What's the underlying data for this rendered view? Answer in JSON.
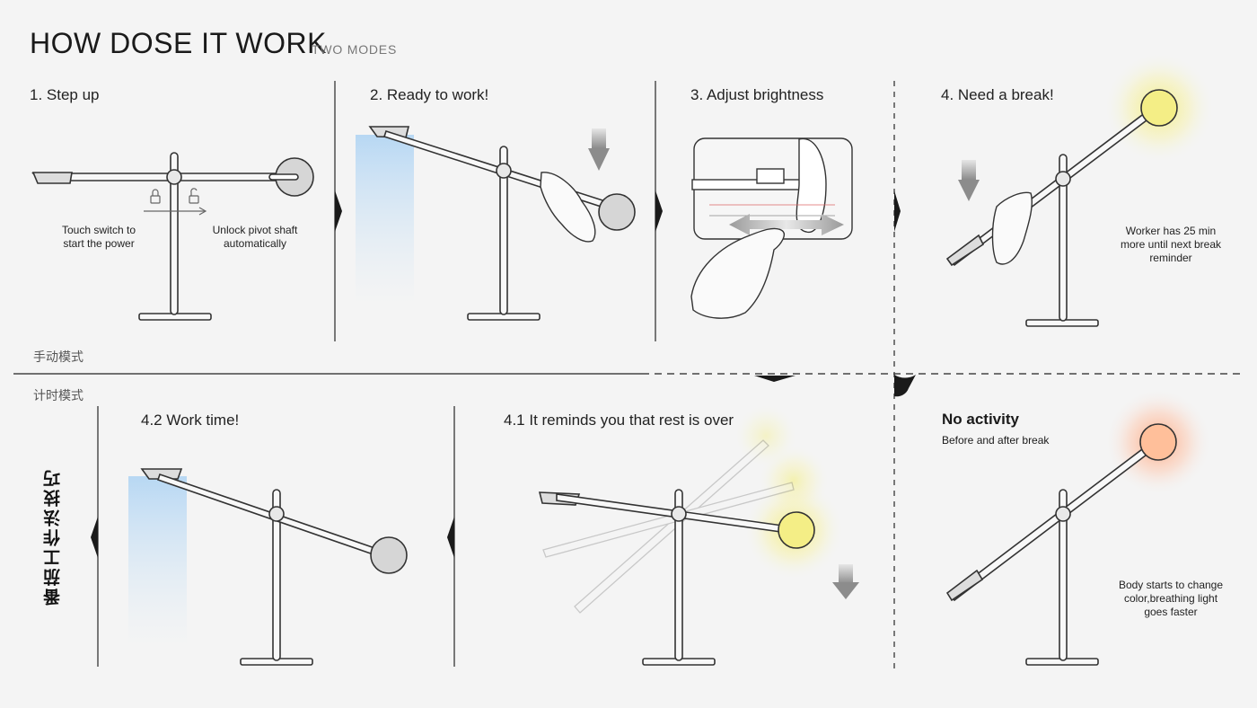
{
  "header": {
    "title": "HOW DOSE IT WORK",
    "subtitle": "TWO MODES"
  },
  "modes": {
    "manual": "手动模式",
    "timer": "计时模式",
    "side_label": "番茄工作法技巧"
  },
  "steps": {
    "s1": {
      "title": "1. Step up",
      "note_left": [
        "Touch switch to",
        "start the power"
      ],
      "note_right": [
        "Unlock pivot shaft",
        "automatically"
      ]
    },
    "s2": {
      "title": "2. Ready to work!"
    },
    "s3": {
      "title": "3. Adjust brightness"
    },
    "s4": {
      "title": "4. Need a break!",
      "note": [
        "Worker has 25 min",
        "more until next break",
        "reminder"
      ]
    },
    "s42": {
      "title": "4.2 Work time!"
    },
    "s41": {
      "title": "4.1 It reminds you that rest is over"
    },
    "s5": {
      "title": "No activity",
      "subtitle": "Before and after break",
      "note": [
        "Body starts to change",
        "color,breathing light",
        "goes faster"
      ]
    }
  },
  "colors": {
    "warm_glow": "#f6f08a",
    "alert_glow": "#ffb08a",
    "cool_light": "#bcdcf5",
    "line": "#333333"
  }
}
